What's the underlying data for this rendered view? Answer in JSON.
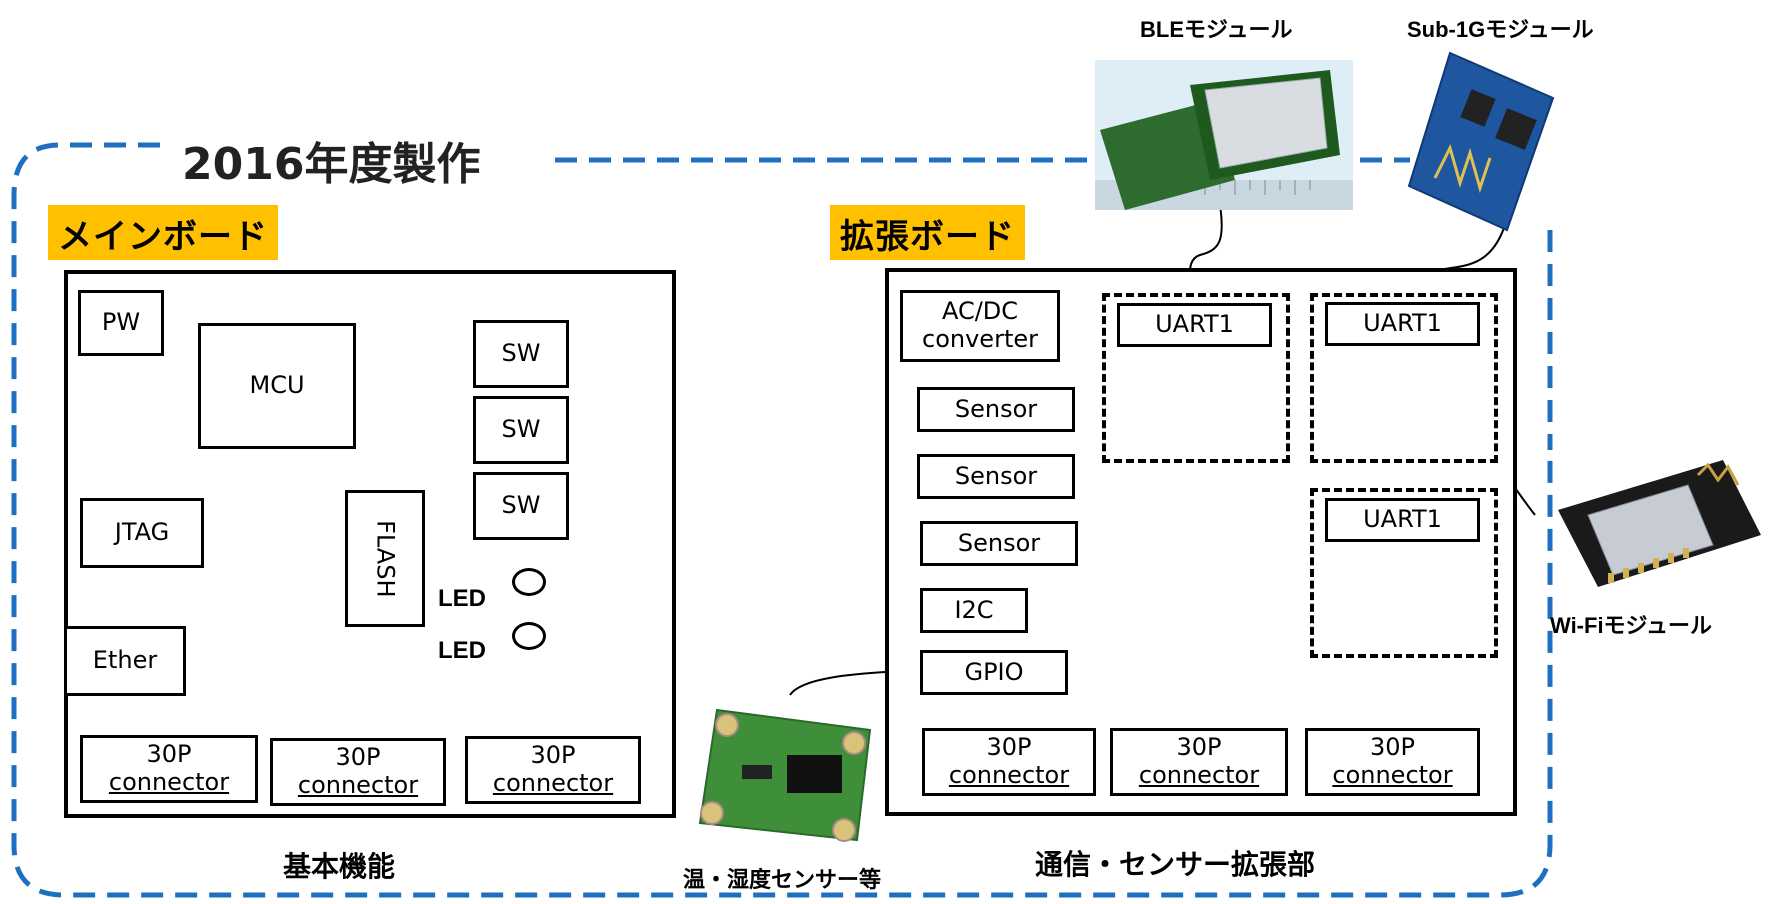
{
  "title": "2016年度製作",
  "main_board": {
    "tag": "メインボード",
    "caption": "基本機能",
    "components": {
      "pw": "PW",
      "mcu": "MCU",
      "jtag": "JTAG",
      "flash": "FLASH",
      "ether": "Ether",
      "sw1": "SW",
      "sw2": "SW",
      "sw3": "SW",
      "led1": "LED",
      "led2": "LED"
    },
    "connectors": [
      {
        "line1": "30P",
        "line2": "connector"
      },
      {
        "line1": "30P",
        "line2": "connector"
      },
      {
        "line1": "30P",
        "line2": "connector"
      }
    ]
  },
  "expansion_board": {
    "tag": "拡張ボード",
    "caption": "通信・センサー拡張部",
    "components": {
      "acdc_line1": "AC/DC",
      "acdc_line2": "converter",
      "sensor1": "Sensor",
      "sensor2": "Sensor",
      "sensor3": "Sensor",
      "i2c": "I2C",
      "gpio": "GPIO",
      "uart1": "UART1",
      "uart2": "UART1",
      "uart3": "UART1"
    },
    "connectors": [
      {
        "line1": "30P",
        "line2": "connector"
      },
      {
        "line1": "30P",
        "line2": "connector"
      },
      {
        "line1": "30P",
        "line2": "connector"
      }
    ]
  },
  "modules": {
    "ble": "BLEモジュール",
    "sub1g": "Sub-1Gモジュール",
    "wifi": "Wi-Fiモジュール",
    "temp_sensor": "温・湿度センサー等"
  },
  "colors": {
    "dashed_frame": "#1f6fc0",
    "tag_bg": "#ffc000",
    "pcb_green": "#2e6b2e",
    "pcb_blue": "#1e56a0"
  }
}
